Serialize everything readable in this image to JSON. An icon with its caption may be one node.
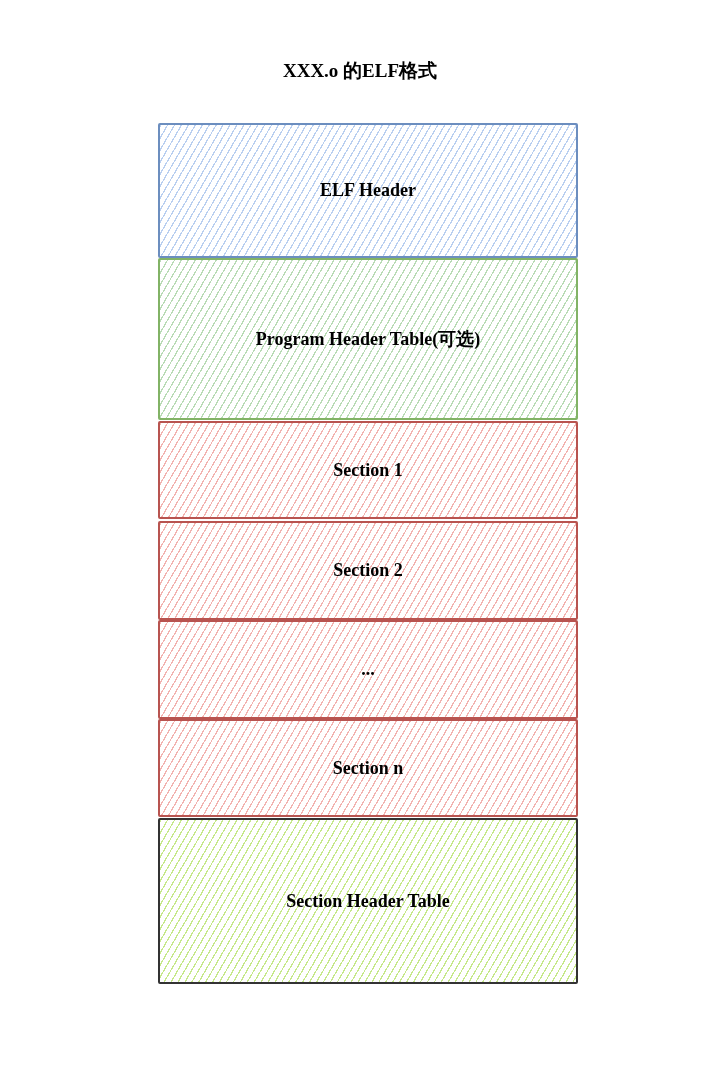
{
  "diagram": {
    "title": "XXX.o 的ELF格式",
    "nodes": [
      {
        "text": [
          "ELF Header"
        ]
      },
      {
        "text": [
          "Program Header Table(可选)"
        ]
      },
      {
        "text": [
          "Section 1"
        ]
      },
      {
        "text": [
          "Section 2"
        ]
      },
      {
        "text": [
          "..."
        ]
      },
      {
        "text": [
          "Section n"
        ]
      },
      {
        "text": [
          "Section Header Table"
        ]
      }
    ],
    "edges": []
  }
}
